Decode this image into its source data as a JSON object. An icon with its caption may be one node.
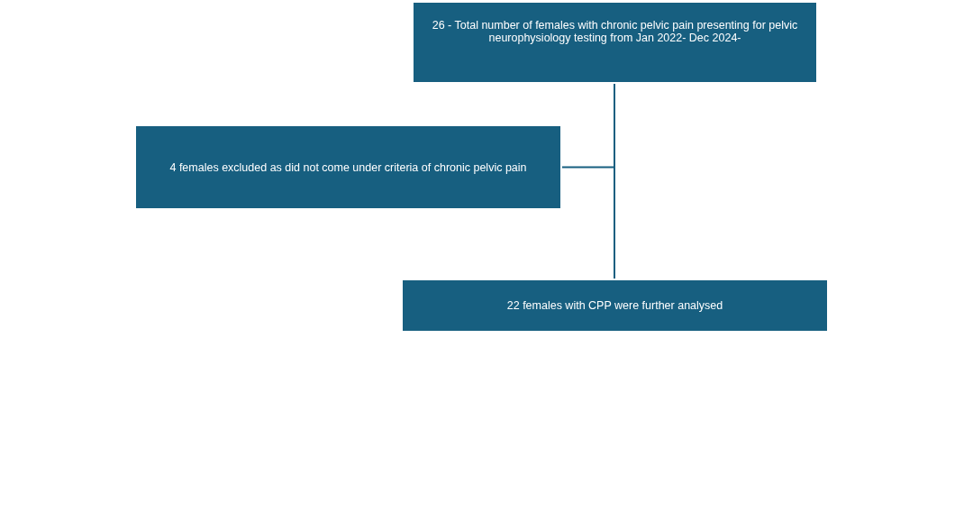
{
  "diagram": {
    "nodes": [
      {
        "text": [
          "26 - Total number of females with chronic pelvic pain presenting for pelvic neurophysiology testing from Jan 2022- Dec 2024-"
        ]
      },
      {
        "text": [
          "4 females excluded as did not come under criteria of chronic pelvic pain"
        ]
      },
      {
        "text": [
          "22 females with CPP were further analysed"
        ]
      }
    ],
    "edges": [
      {
        "from": 0,
        "to": 2,
        "arrow": "none"
      },
      {
        "from": 0,
        "to": 1,
        "arrow": "none"
      }
    ]
  }
}
